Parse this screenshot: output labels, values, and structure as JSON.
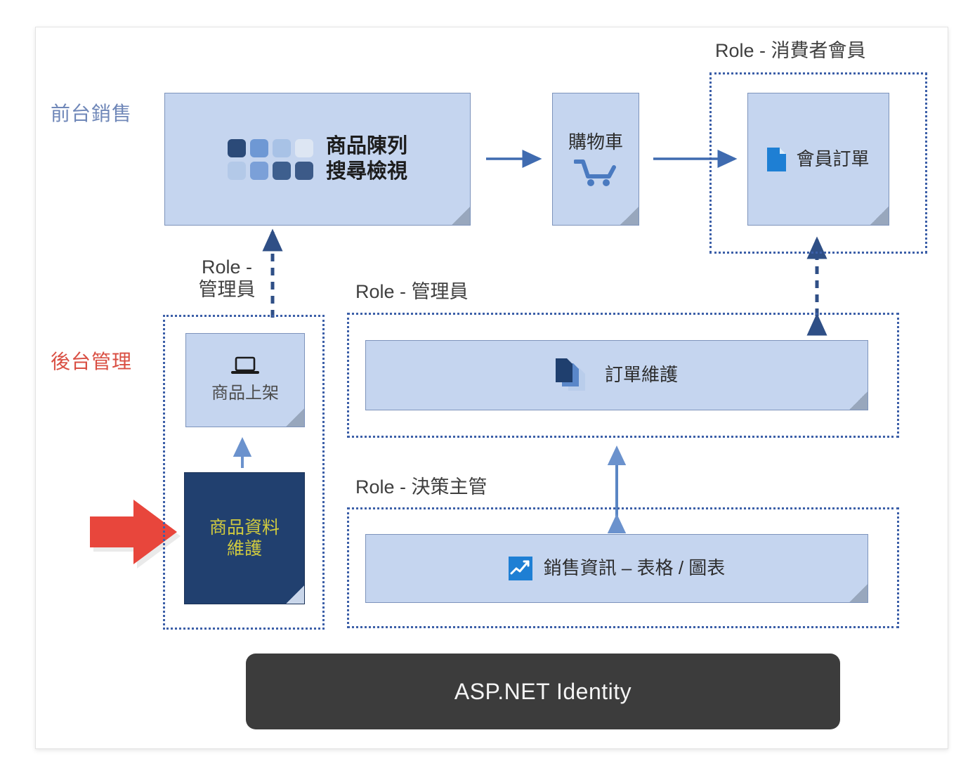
{
  "diagram": {
    "title_bar": {
      "label": "ASP.NET Identity"
    },
    "side_labels": {
      "front": "前台銷售",
      "back": "後台管理"
    },
    "roles": {
      "consumer": "Role - 消費者會員",
      "admin_left": "Role -\n管理員",
      "admin_mid": "Role - 管理員",
      "decision": "Role - 決策主管"
    },
    "cards": {
      "product_list": {
        "label": "商品陳列\n搜尋檢視",
        "icon": "grid-tiles-icon"
      },
      "cart": {
        "label": "購物車",
        "icon": "shopping-cart-icon"
      },
      "member_order": {
        "label": "會員訂單",
        "icon": "document-icon"
      },
      "product_shelf": {
        "label": "商品上架",
        "icon": "laptop-icon"
      },
      "product_maintain": {
        "label": "商品資料\n維護",
        "icon": "none"
      },
      "order_maintain": {
        "label": "訂單維護",
        "icon": "stacked-documents-icon"
      },
      "sales_info": {
        "label": "銷售資訊 – 表格 / 圖表",
        "icon": "line-chart-icon"
      }
    },
    "colors": {
      "card_fill": "#c5d5ef",
      "card_border": "#7d93bb",
      "card_dark_fill": "#21406f",
      "highlight_text": "#cfc93f",
      "front_label": "#6f87b8",
      "back_label": "#d94f43",
      "role_border": "#3c5fa8",
      "arrow_blue": "#3f6bb0",
      "arrow_red": "#e8463c",
      "identity_bar": "#3c3c3c"
    },
    "tile_colors": [
      "#2b4a78",
      "#6e98d4",
      "#a8c2e6",
      "#dde6f3",
      "#b3c9e8",
      "#7ba0d8",
      "#3e5f8e",
      "#3c5a88"
    ]
  }
}
